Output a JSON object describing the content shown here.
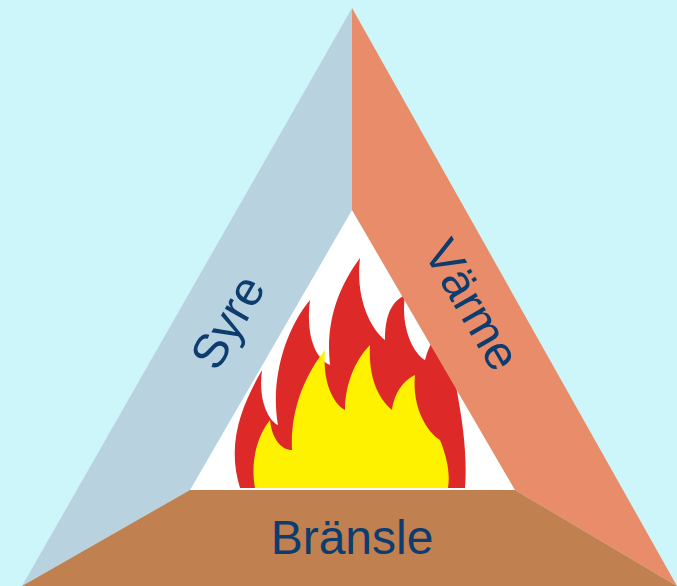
{
  "diagram": {
    "nodes": [
      {
        "text": [
          "Syre"
        ]
      },
      {
        "text": [
          "Värme"
        ]
      },
      {
        "text": [
          "Bränsle"
        ]
      }
    ]
  }
}
